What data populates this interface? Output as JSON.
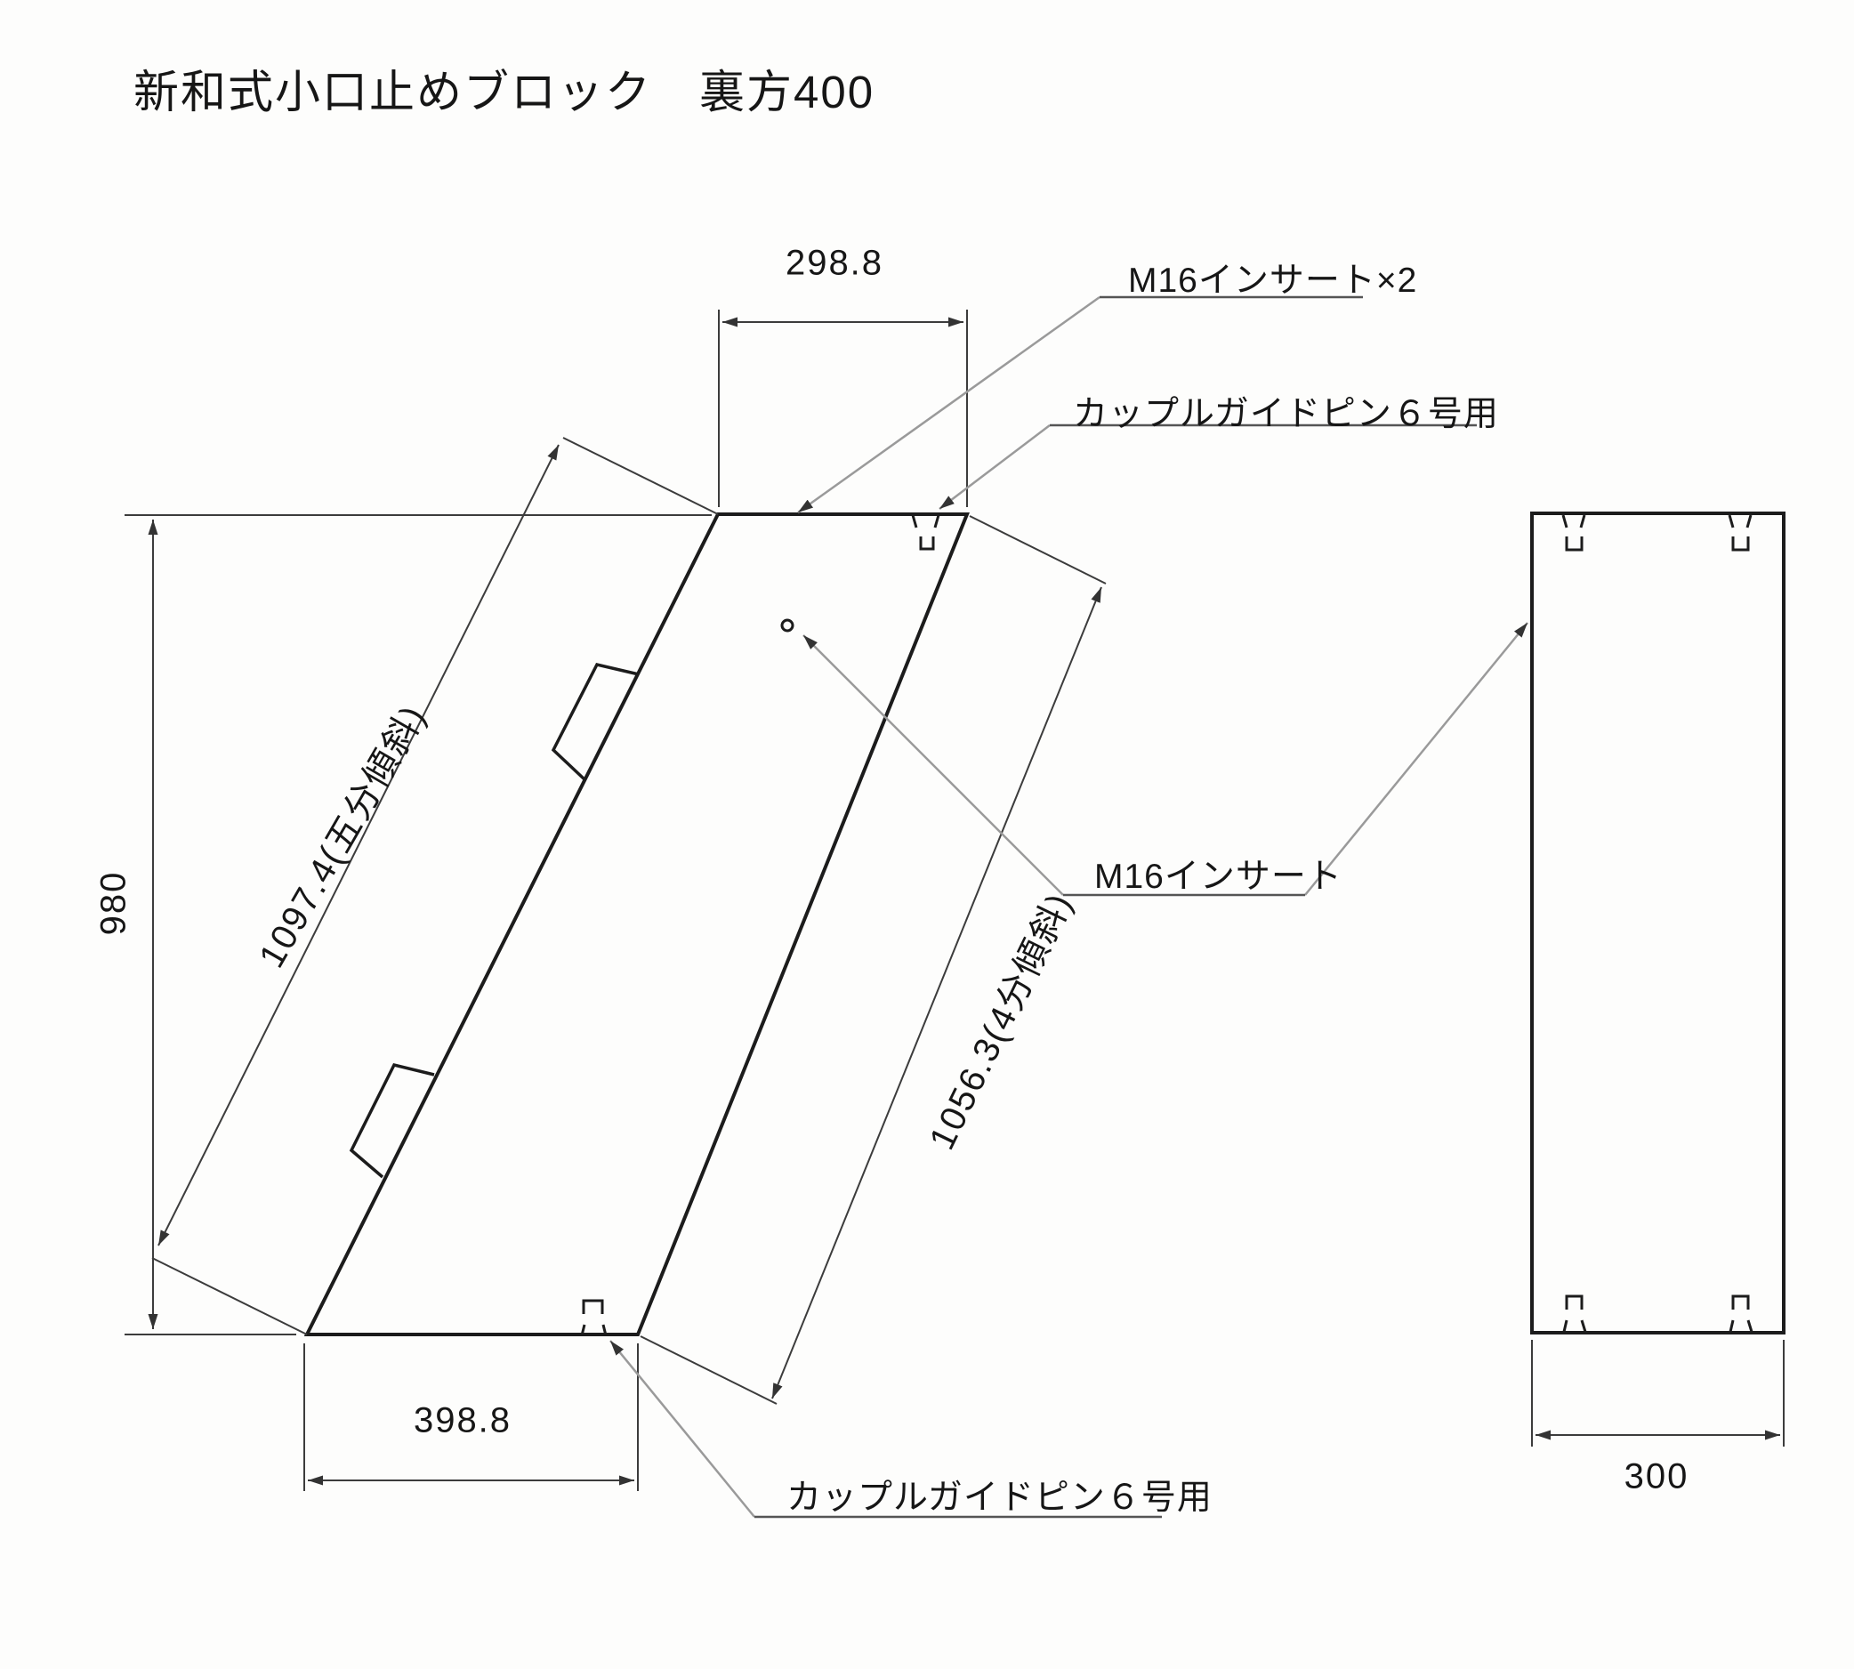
{
  "title": "新和式小口止めブロック　裏方400",
  "dimensions": {
    "top_width": "298.8",
    "bottom_width": "398.8",
    "height": "980",
    "left_slope_length": "1097.4(五分傾斜)",
    "right_slope_length": "1056.3(4分傾斜)",
    "side_view_width": "300"
  },
  "annotations": {
    "m16_insert_x2": "M16インサート×2",
    "guide_pin_top": "カップルガイドピン６号用",
    "m16_insert": "M16インサート",
    "guide_pin_bottom": "カップルガイドピン６号用"
  },
  "colors": {
    "line": "#1c1c1c",
    "thin_line": "#3c3c3c",
    "leader": "#9a9a9a",
    "paper": "#fdfdfc"
  }
}
